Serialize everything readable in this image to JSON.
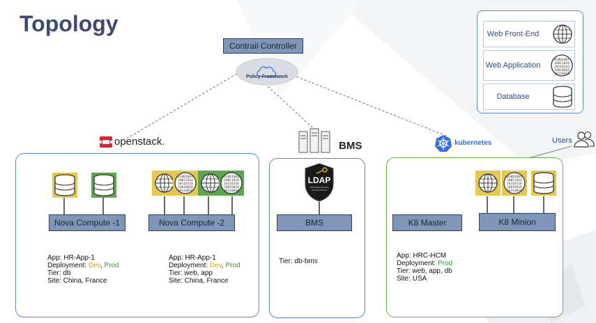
{
  "title": "Topology",
  "controller": {
    "label": "Contrail Controller",
    "policy_label": "Policy Framework"
  },
  "legend": {
    "items": [
      {
        "label": "Web Front-End",
        "icon": "globe-icon"
      },
      {
        "label": "Web Application",
        "icon": "binary-icon"
      },
      {
        "label": "Database",
        "icon": "database-icon"
      }
    ]
  },
  "users_label": "Users",
  "openstack": {
    "logo_text": "openstack.",
    "nodes": [
      {
        "label": "Nova Compute -1"
      },
      {
        "label": "Nova Compute -2"
      }
    ],
    "info1": {
      "app": "App: HR-App-1",
      "deployment_prefix": "Deployment: ",
      "dev": "Dev",
      "sep": ", ",
      "prod": "Prod",
      "tier": "Tier: db",
      "site": "Site: China, France"
    },
    "info2": {
      "app": "App: HR-App-1",
      "deployment_prefix": "Deployment: ",
      "dev": "Dev",
      "sep": ", ",
      "prod": "Prod",
      "tier": "Tier: web, app",
      "site": "Site: China, France"
    }
  },
  "bms": {
    "logo_text": "BMS",
    "ldap_text": "LDAP",
    "ldap_sub": "Lightweight Directory Access Protocol",
    "node_label": "BMS",
    "tier": "Tier: db-bms"
  },
  "kubernetes": {
    "logo_text": "kubernetes",
    "nodes": [
      {
        "label": "K8 Master"
      },
      {
        "label": "K8 Minion"
      }
    ],
    "info": {
      "app": "App: HRC-HCM",
      "deployment_prefix": "Deployment: ",
      "prod": "Prod",
      "tier": "Tier: web, app, db",
      "site": "Site: USA"
    }
  },
  "colors": {
    "title": "#3d4a78",
    "node_fill": "#7f96b8",
    "panel_blue": "#5c87c6",
    "panel_green": "#6cb24a",
    "icon_bg_yellow": "#e6c94a",
    "icon_bg_green": "#5aa84a",
    "openstack_red": "#e0202e",
    "k8s_blue": "#326ce5"
  },
  "binary_text": "01001001\n10011010\n10110110\n10010010\n10110010"
}
